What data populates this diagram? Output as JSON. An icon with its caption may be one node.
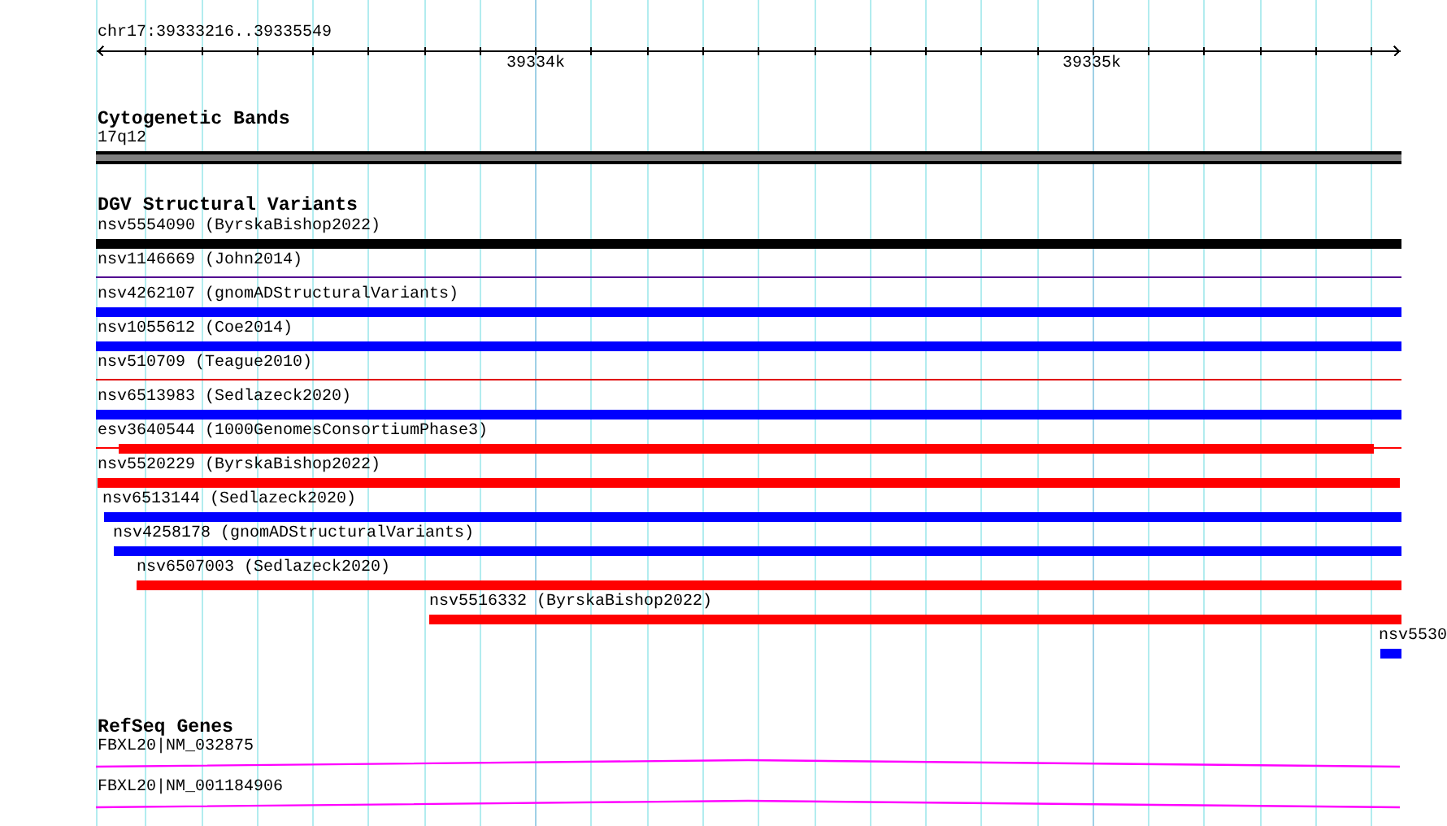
{
  "diagram": {
    "nodes": [
      {
        "text": [
          "17q12"
        ]
      },
      {
        "text": [
          "nsv5554090 (ByrskaBishop2022)"
        ]
      },
      {
        "text": [
          "nsv1146669 (John2014)"
        ]
      },
      {
        "text": [
          "nsv4262107 (gnomADStructuralVariants)"
        ]
      },
      {
        "text": [
          "nsv1055612 (Coe2014)"
        ]
      },
      {
        "text": [
          "nsv510709 (Teague2010)"
        ]
      },
      {
        "text": [
          "nsv6513983 (Sedlazeck2020)"
        ]
      },
      {
        "text": [
          "esv3640544 (1000GenomesConsortiumPhase3)"
        ]
      },
      {
        "text": [
          "nsv5520229 (ByrskaBishop2022)"
        ]
      },
      {
        "text": [
          "nsv6513144 (Sedlazeck2020)"
        ]
      },
      {
        "text": [
          "nsv4258178 (gnomADStructuralVariants)"
        ]
      },
      {
        "text": [
          "nsv6507003 (Sedlazeck2020)"
        ]
      },
      {
        "text": [
          "nsv5516332 (ByrskaBishop2022)"
        ]
      },
      {
        "text": [
          "nsv5530"
        ]
      },
      {
        "text": [
          "FBXL20|NM_032875"
        ]
      },
      {
        "text": [
          "FBXL20|NM_001184906"
        ]
      }
    ],
    "labels": [
      "chr17:39333216..39335549",
      "39334k",
      "39335k",
      "Cytogenetic Bands",
      "DGV Structural Variants",
      "RefSeq Genes"
    ]
  }
}
